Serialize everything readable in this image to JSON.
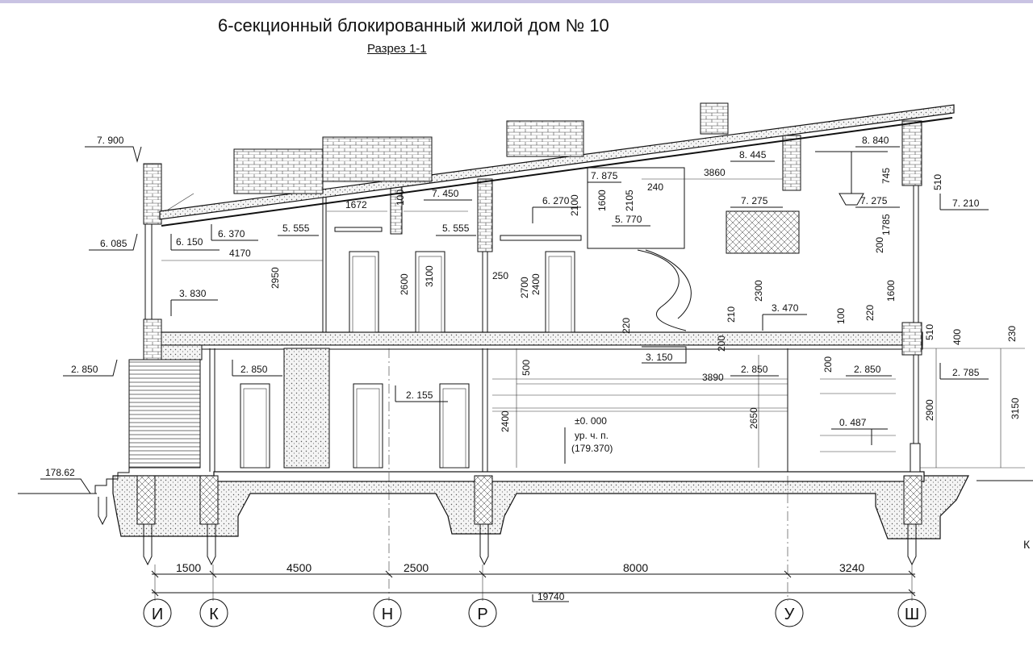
{
  "header": {
    "title": "6-секционный блокированный жилой дом № 10",
    "subtitle": "Разрез 1-1"
  },
  "levels": {
    "top_left": "7. 900",
    "eave_left": "6. 085",
    "wall_left_a": "6. 150",
    "wall_left_b": "6. 370",
    "beam_a": "5. 555",
    "beam_b": "5. 555",
    "roof_mid": "7. 450",
    "roof_mid2": "6. 270",
    "mezz_a": "7. 875",
    "mezz_b": "5. 770",
    "roof_high_a": "8. 445",
    "roof_high_b": "8. 840",
    "side_a": "7. 275",
    "side_b": "7. 275",
    "side_c": "7. 210",
    "upper_mid": "3. 830",
    "floor2": "3. 470",
    "floor_mid": "3. 150",
    "left_ground": "2. 850",
    "inner_a": "2. 850",
    "inner_b": "2. 850",
    "inner_c": "2. 850",
    "right_c": "2. 785",
    "step": "2. 155",
    "zero": "±0. 000",
    "ur_label": "ур. ч. п.",
    "abs_level": "(179.370)",
    "low": "0. 487",
    "ground": "178.62"
  },
  "dims": {
    "d1672": "1672",
    "d4170": "4170",
    "d2950": "2950",
    "d2600": "2600",
    "d3100": "3100",
    "d2700": "2700",
    "d2400a": "2400",
    "d250": "250",
    "d100": "100",
    "d2100": "2100",
    "d1600a": "1600",
    "d2105": "2105",
    "d240": "240",
    "d3860": "3860",
    "d745": "745",
    "d510a": "510",
    "d1785": "1785",
    "d200a": "200",
    "d1600b": "1600",
    "d2300": "2300",
    "d210": "210",
    "d220a": "220",
    "d220b": "220",
    "d100b": "100",
    "d200b": "200",
    "d510b": "510",
    "d400": "400",
    "d230": "230",
    "d3890": "3890",
    "d200c": "200",
    "d500": "500",
    "d2400b": "2400",
    "d2650": "2650",
    "d2900": "2900",
    "d3150": "3150",
    "spans": [
      "1500",
      "4500",
      "2500",
      "8000",
      "3240"
    ],
    "total": "19740"
  },
  "axes": [
    "И",
    "К",
    "Н",
    "Р",
    "У",
    "Ш"
  ],
  "edge_letter": "К",
  "colors": {
    "line": "#111111",
    "hatch": "#555555",
    "page": "#ffffff",
    "accent_rule": "#c9c3e3"
  }
}
